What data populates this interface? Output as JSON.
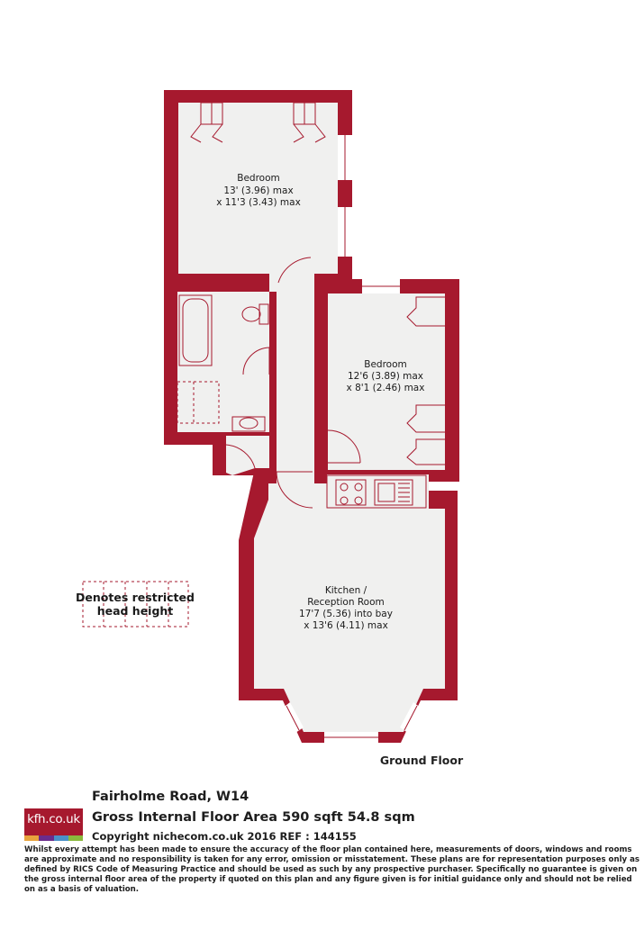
{
  "colors": {
    "wall": "#a6192e",
    "floor": "#f0f0ef",
    "line": "#a6192e"
  },
  "rooms": [
    {
      "name": "Bedroom",
      "dim1": "13' (3.96) max",
      "dim2": "x 11'3 (3.43) max"
    },
    {
      "name": "Bedroom",
      "dim1": "12'6 (3.89) max",
      "dim2": "x 8'1 (2.46) max"
    },
    {
      "name": "Kitchen /",
      "name2": "Reception Room",
      "dim1": "17'7 (5.36) into bay",
      "dim2": "x 13'6 (4.11) max"
    }
  ],
  "legend": {
    "line1": "Denotes restricted",
    "line2": "head height"
  },
  "floor_label": "Ground Floor",
  "footer": {
    "logo_text": "kfh.co.uk",
    "logo_bar_colors": [
      "#e8a33d",
      "#6a2c8c",
      "#4a90c8",
      "#8ab93c"
    ],
    "address": "Fairholme Road, W14",
    "area": "Gross Internal Floor Area 590 sqft 54.8 sqm",
    "copyright": "Copyright nichecom.co.uk 2016 REF : 144155",
    "disclaimer": "Whilst every attempt has been made to ensure the accuracy of the floor plan contained here, measurements of doors, windows and rooms are approximate and no responsibility is taken for any error, omission or misstatement.  These plans are for representation purposes only as defined by RICS Code of Measuring Practice and should be used as such by any prospective purchaser.  Specifically no guarantee is given on the gross internal floor area of the property if quoted on this plan and any figure given is for initial guidance only and should not be relied on as a basis of valuation."
  }
}
